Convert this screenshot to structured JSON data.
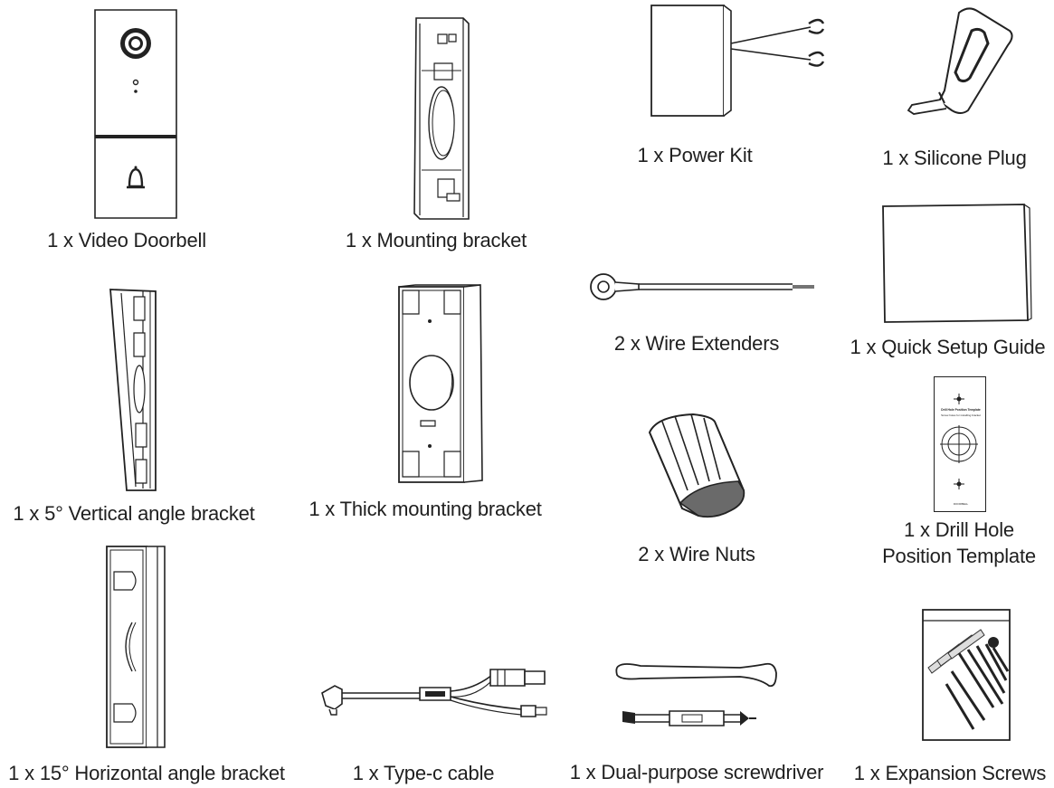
{
  "items": {
    "video_doorbell": "1 x Video Doorbell",
    "mounting_bracket": "1 x Mounting bracket",
    "power_kit": "1 x Power Kit",
    "silicone_plug": "1 x Silicone Plug",
    "wire_extenders": "2 x Wire Extenders",
    "quick_setup_guide": "1 x Quick Setup Guide",
    "vertical_angle_bracket": "1 x 5° Vertical angle bracket",
    "thick_mounting_bracket": "1 x Thick mounting bracket",
    "wire_nuts": "2 x Wire Nuts",
    "drill_template_line1": "1 x Drill Hole",
    "drill_template_line2": "Position Template",
    "horizontal_angle_bracket": "1 x 15° Horizontal angle bracket",
    "typec_cable": "1 x Type-c cable",
    "screwdriver": "1 x Dual-purpose screwdriver",
    "expansion_screws": "1 x Expansion Screws"
  },
  "template_card": {
    "heading": "Drill Hole Position Template",
    "subtext": "Screw holes for installing bracket",
    "footer": "DOORBELL"
  },
  "icons": [
    "doorbell-icon",
    "bracket-icon",
    "power-kit-icon",
    "silicone-plug-icon",
    "wire-extender-icon",
    "guide-icon",
    "angle-bracket-icon",
    "thick-bracket-icon",
    "wire-nut-icon",
    "template-icon",
    "cable-icon",
    "screwdriver-icon",
    "screws-icon"
  ]
}
